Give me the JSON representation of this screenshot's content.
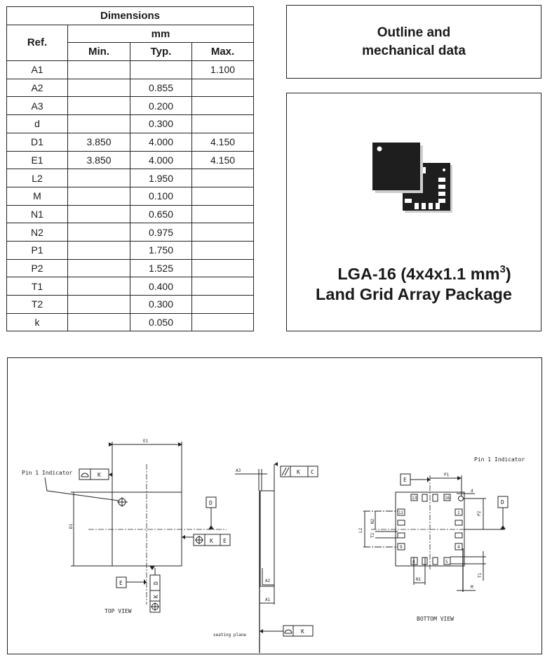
{
  "dimensions_table": {
    "title": "Dimensions",
    "ref_header": "Ref.",
    "unit_header": "mm",
    "columns": [
      "Min.",
      "Typ.",
      "Max."
    ],
    "rows": [
      {
        "ref": "A1",
        "min": "",
        "typ": "",
        "max": "1.100"
      },
      {
        "ref": "A2",
        "min": "",
        "typ": "0.855",
        "max": ""
      },
      {
        "ref": "A3",
        "min": "",
        "typ": "0.200",
        "max": ""
      },
      {
        "ref": "d",
        "min": "",
        "typ": "0.300",
        "max": ""
      },
      {
        "ref": "D1",
        "min": "3.850",
        "typ": "4.000",
        "max": "4.150"
      },
      {
        "ref": "E1",
        "min": "3.850",
        "typ": "4.000",
        "max": "4.150"
      },
      {
        "ref": "L2",
        "min": "",
        "typ": "1.950",
        "max": ""
      },
      {
        "ref": "M",
        "min": "",
        "typ": "0.100",
        "max": ""
      },
      {
        "ref": "N1",
        "min": "",
        "typ": "0.650",
        "max": ""
      },
      {
        "ref": "N2",
        "min": "",
        "typ": "0.975",
        "max": ""
      },
      {
        "ref": "P1",
        "min": "",
        "typ": "1.750",
        "max": ""
      },
      {
        "ref": "P2",
        "min": "",
        "typ": "1.525",
        "max": ""
      },
      {
        "ref": "T1",
        "min": "",
        "typ": "0.400",
        "max": ""
      },
      {
        "ref": "T2",
        "min": "",
        "typ": "0.300",
        "max": ""
      },
      {
        "ref": "k",
        "min": "",
        "typ": "0.050",
        "max": ""
      }
    ]
  },
  "outline": {
    "line1": "Outline and",
    "line2": "mechanical data"
  },
  "package": {
    "icon": "lga-chip-icon",
    "title_main": "LGA-16 (4x4x1.1 mm",
    "title_sup": "3",
    "title_close": ")",
    "subtitle": "Land Grid Array Package"
  },
  "drawing": {
    "top_view": {
      "caption": "TOP VIEW",
      "pin1_label": "Pin 1 Indicator",
      "dim_e1": "E1",
      "dim_d1": "D1",
      "datum_d": "D",
      "datum_e": "E",
      "fcf_flatness": [
        "K"
      ],
      "fcf_position_right": [
        "K",
        "E"
      ],
      "fcf_position_bottom": [
        "D",
        "K"
      ]
    },
    "side_view": {
      "dim_a3": "A3",
      "dim_a2": "A2",
      "dim_a1": "A1",
      "seating_plane": "seating plane",
      "fcf_parallel": [
        "K",
        "C"
      ],
      "fcf_flatness": [
        "K"
      ]
    },
    "bottom_view": {
      "caption": "BOTTOM VIEW",
      "pin1_label": "Pin 1 Indicator",
      "datum_e": "E",
      "datum_d": "D",
      "dims": {
        "p1": "P1",
        "p2": "P2",
        "d": "d",
        "l2": "L2",
        "n2": "N2",
        "t2": "T2",
        "n1": "N1",
        "t1": "T1",
        "m": "M"
      },
      "pin_numbers": {
        "p13": "13",
        "p16": "16",
        "p12": "12",
        "p1": "1",
        "p9": "9",
        "p4": "4",
        "p8": "8",
        "p5": "5"
      }
    }
  }
}
